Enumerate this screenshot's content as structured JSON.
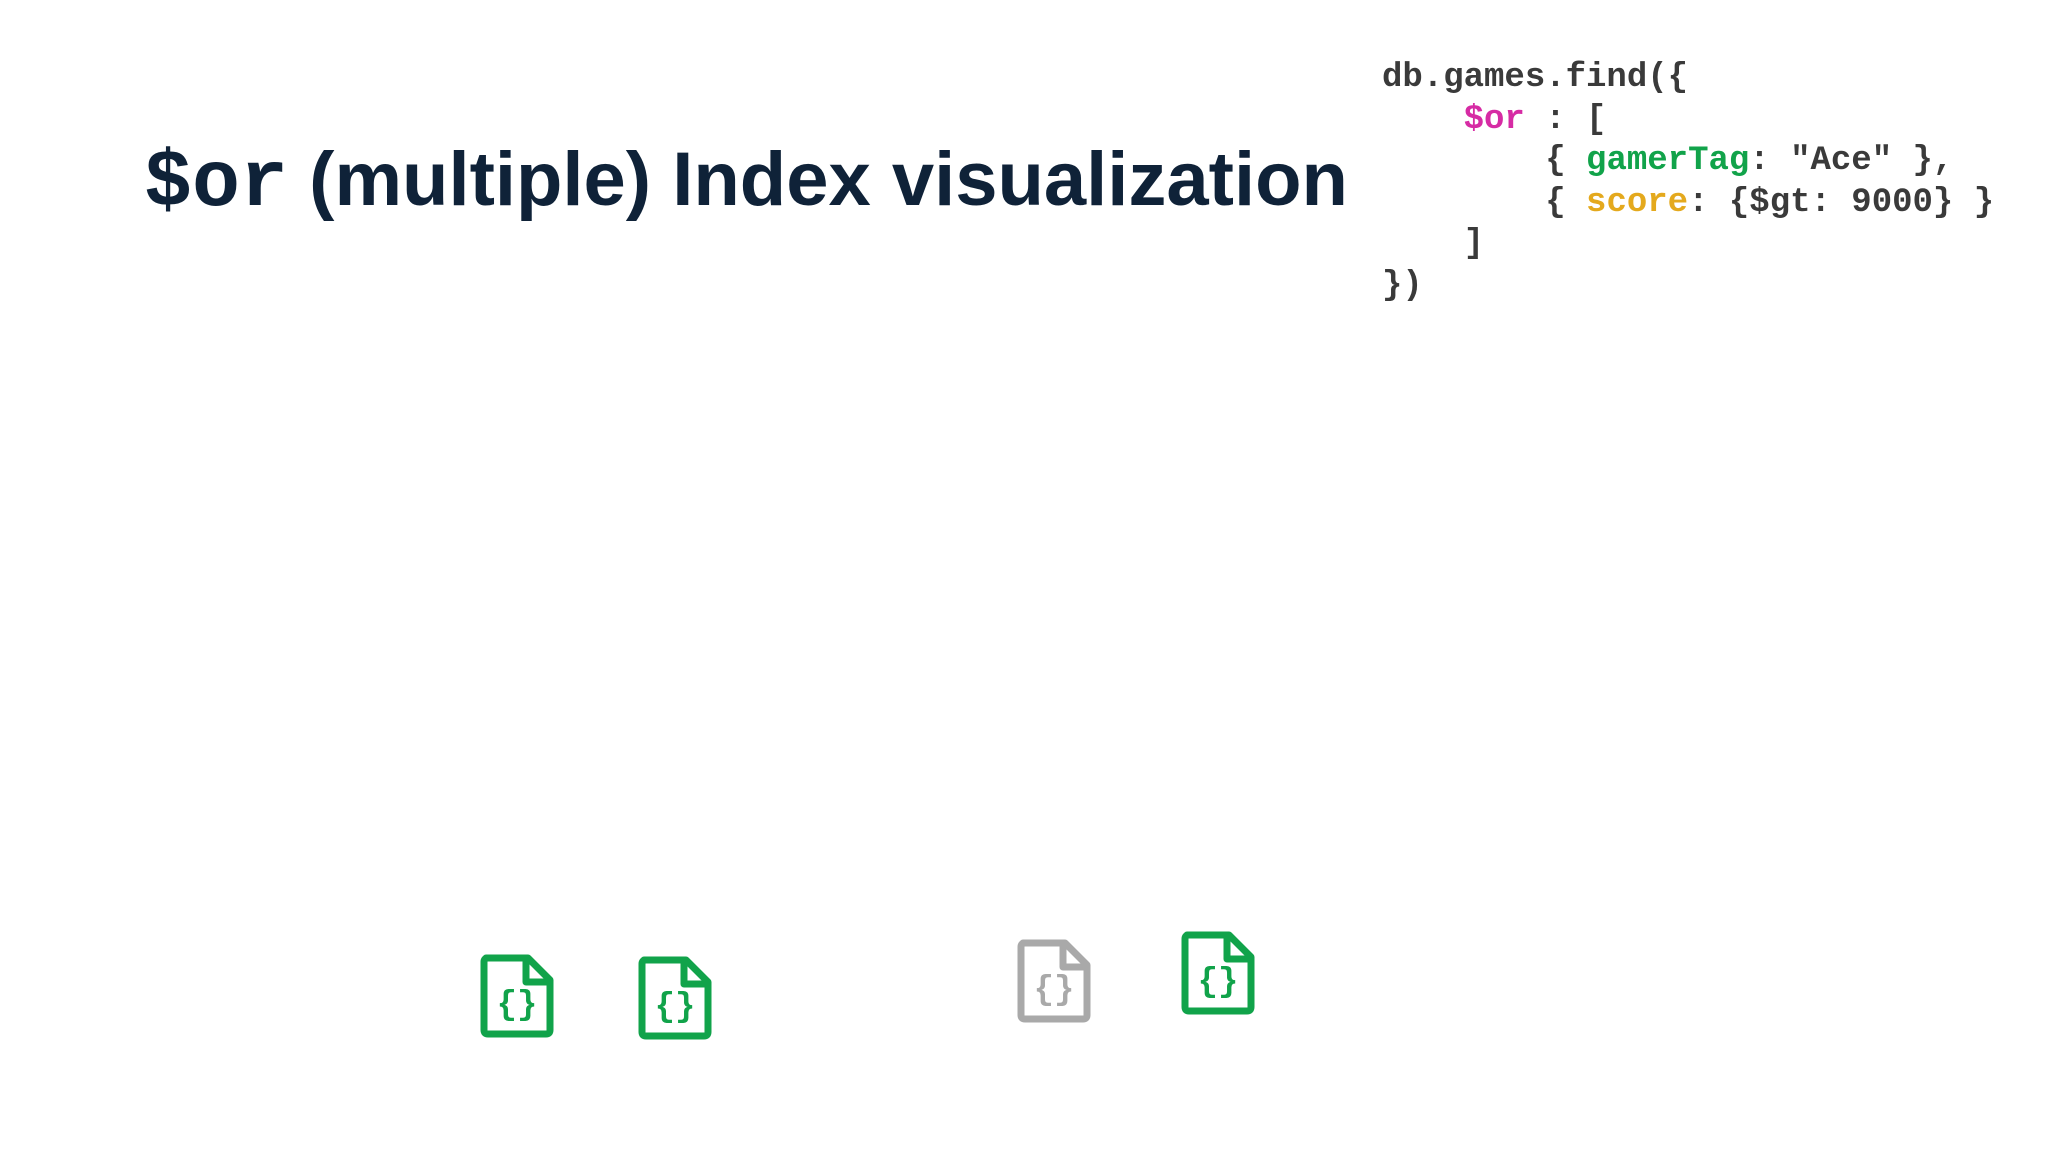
{
  "slide": {
    "title_code": "$or",
    "title_text": " (multiple) Index visualization"
  },
  "code": {
    "line1": "db.games.find({",
    "indent2": "    ",
    "or_op": "$or",
    "or_rest": " : [",
    "indent3": "        ",
    "open3": "{ ",
    "gamer_key": "gamerTag",
    "gamer_rest": ": \"Ace\" },",
    "indent4": "        ",
    "open4": "{ ",
    "score_key": "score",
    "score_rest": ": {$gt: 9000} }",
    "line5": "    ]",
    "line6": "})"
  },
  "documents": [
    {
      "icon": "json-document-icon",
      "color": "#11a34a"
    },
    {
      "icon": "json-document-icon",
      "color": "#11a34a"
    },
    {
      "icon": "json-document-icon",
      "color": "#a9a9a9"
    },
    {
      "icon": "json-document-icon",
      "color": "#11a34a"
    }
  ],
  "colors": {
    "title": "#0f2238",
    "code": "#3a3a3a",
    "or_operator": "#d62ba4",
    "gamer_tag": "#11a34a",
    "score": "#e4a91d",
    "doc_match": "#11a34a",
    "doc_nomatch": "#a9a9a9"
  }
}
